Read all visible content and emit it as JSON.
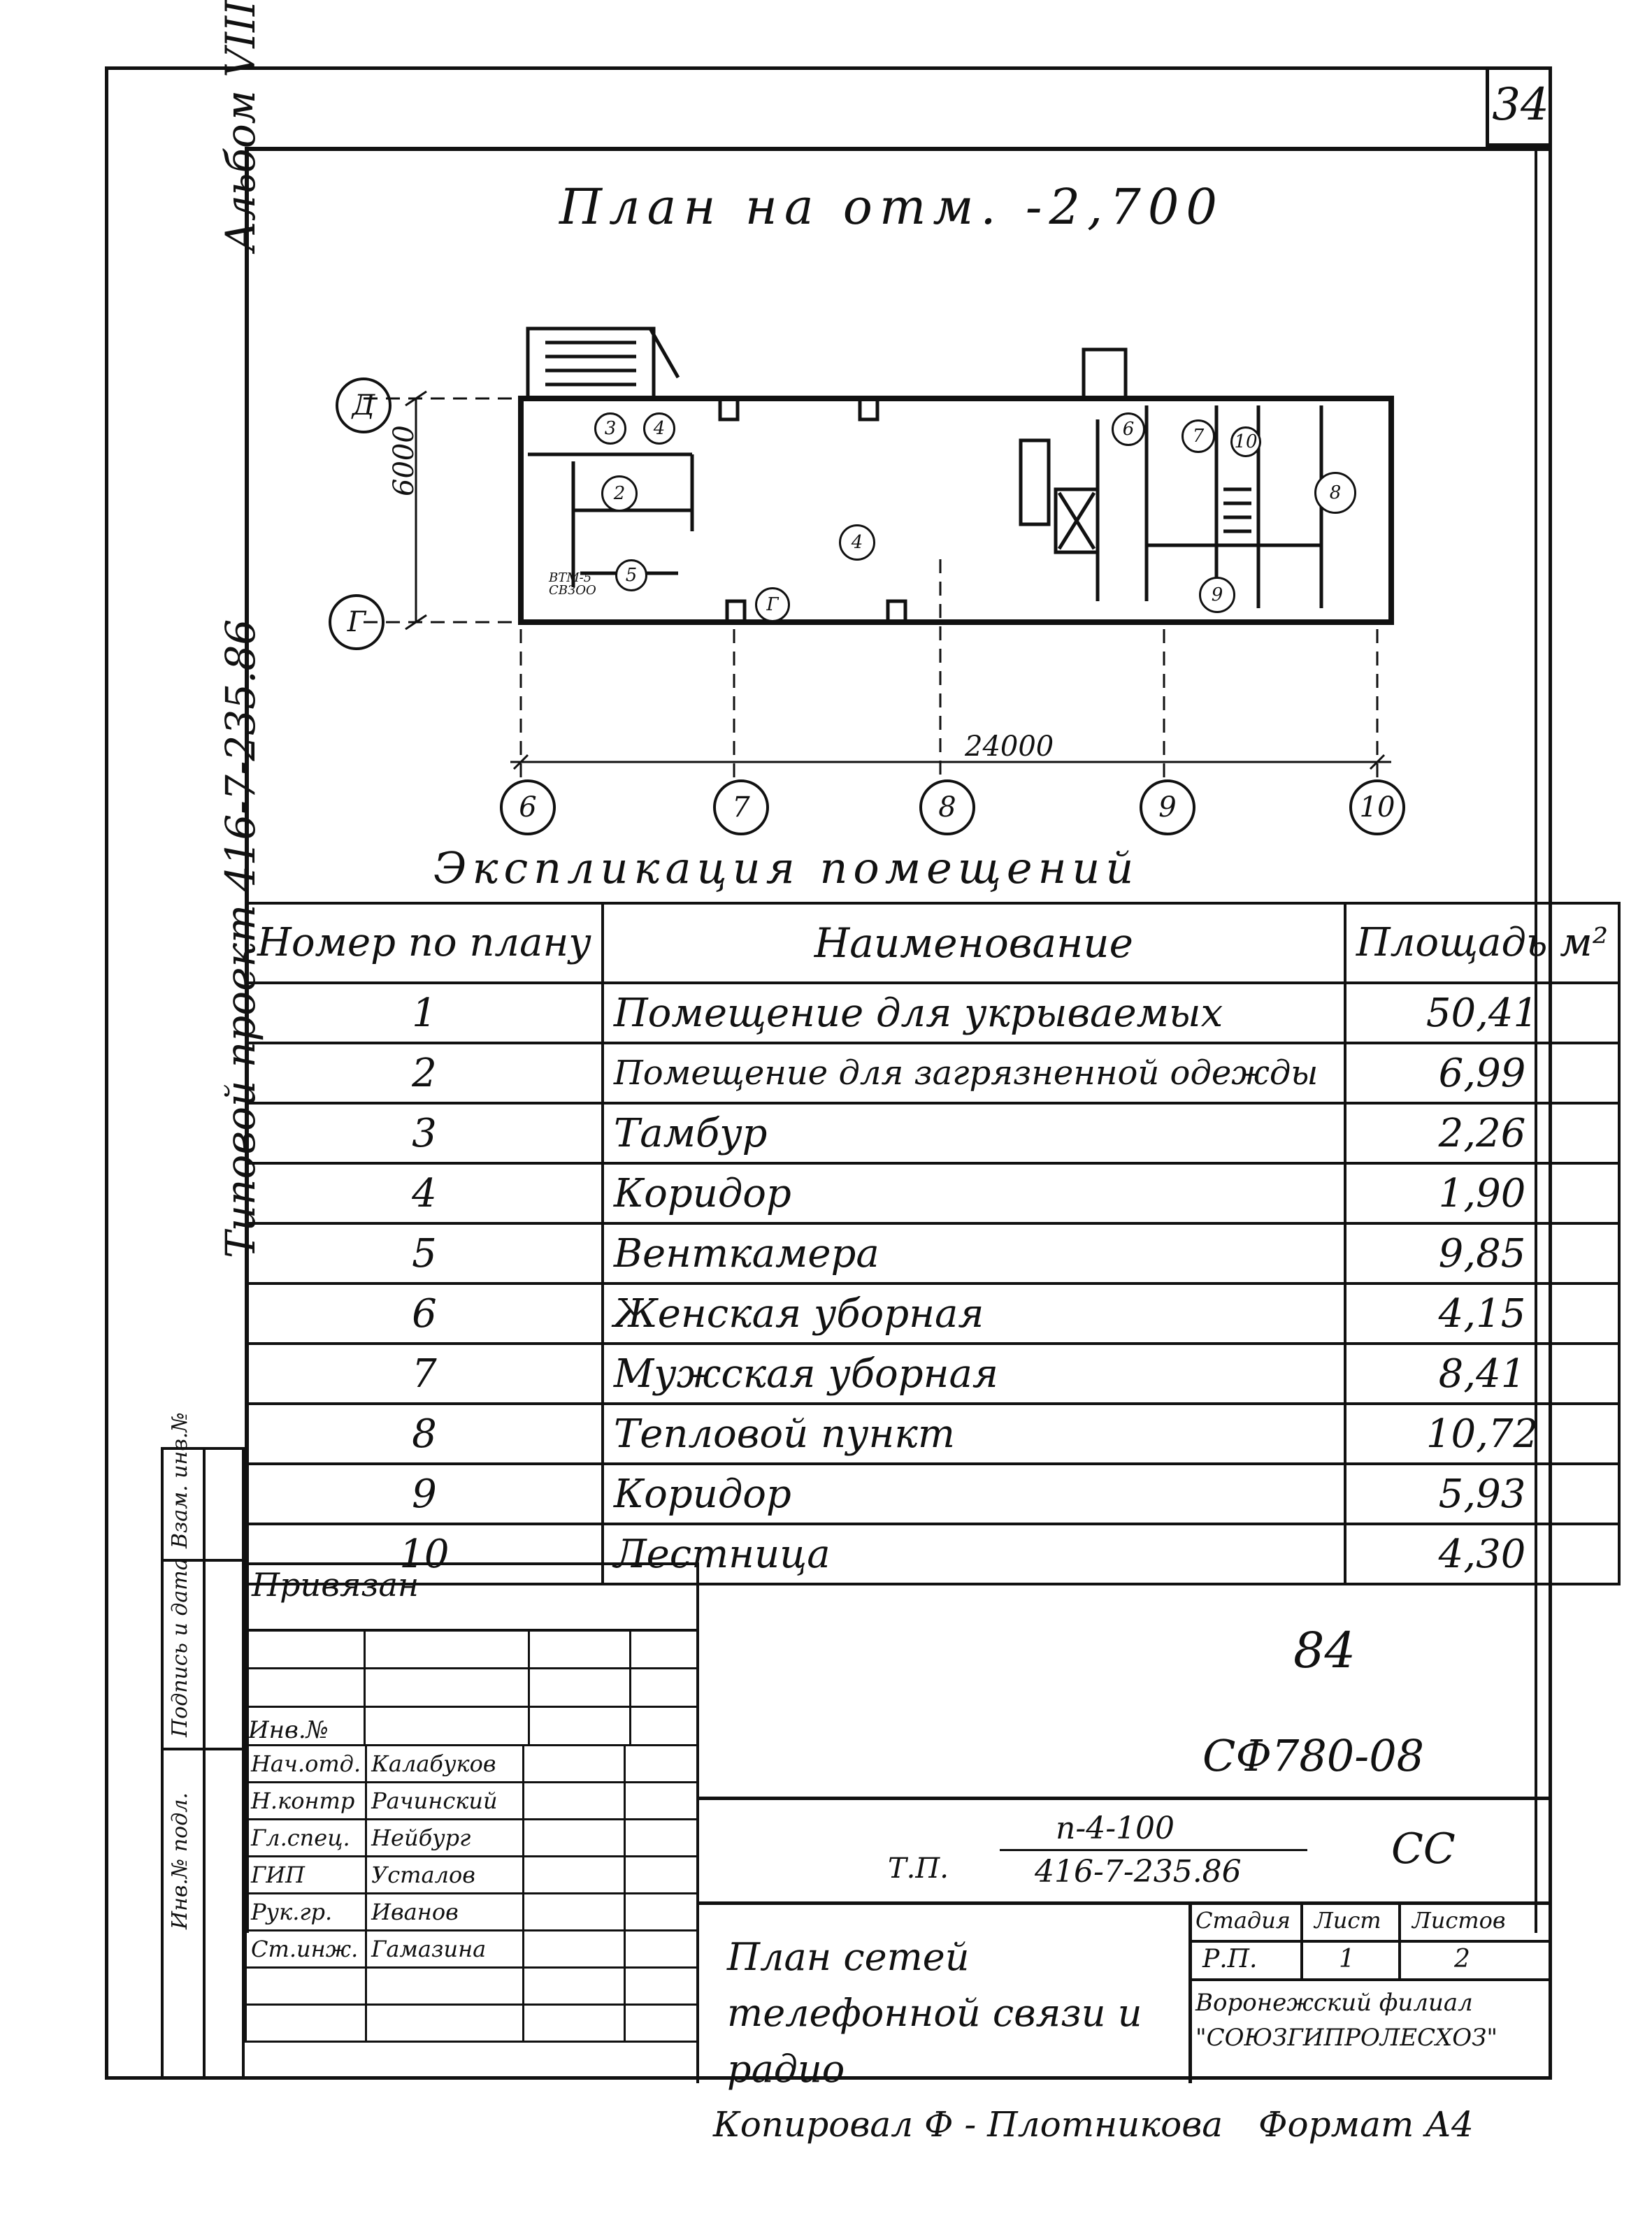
{
  "sheet_number": "34",
  "sidebar": {
    "album": "Альбом VIII",
    "project": "Типовой проект 416-7-235.86",
    "stamp_cols": [
      "Инв.№ подл.",
      "Подпись и дата",
      "Взам. инв.№"
    ]
  },
  "plan": {
    "title": "План на отм. -2,700",
    "axes_rows": [
      "Д",
      "Г"
    ],
    "axes_cols": [
      "6",
      "7",
      "8",
      "9",
      "10"
    ],
    "dim_vertical": "6000",
    "dim_horizontal": "24000",
    "room_markers": [
      "3",
      "4",
      "2",
      "4",
      "5",
      "Г",
      "6",
      "7",
      "10",
      "8",
      "9"
    ],
    "fan_label": "ВТМ-5 СВЗОО"
  },
  "explication": {
    "title": "Экспликация помещений",
    "headers": {
      "num": "Номер по плану",
      "name": "Наименование",
      "area": "Площадь м²"
    },
    "rows": [
      {
        "num": "1",
        "name": "Помещение для укрываемых",
        "area": "50,41"
      },
      {
        "num": "2",
        "name": "Помещение для загрязненной одежды",
        "area": "6,99"
      },
      {
        "num": "3",
        "name": "Тамбур",
        "area": "2,26"
      },
      {
        "num": "4",
        "name": "Коридор",
        "area": "1,90"
      },
      {
        "num": "5",
        "name": "Венткамера",
        "area": "9,85"
      },
      {
        "num": "6",
        "name": "Женская уборная",
        "area": "4,15"
      },
      {
        "num": "7",
        "name": "Мужская уборная",
        "area": "8,41"
      },
      {
        "num": "8",
        "name": "Тепловой пункт",
        "area": "10,72"
      },
      {
        "num": "9",
        "name": "Коридор",
        "area": "5,93"
      },
      {
        "num": "10",
        "name": "Лестница",
        "area": "4,30"
      }
    ]
  },
  "stamp": {
    "privyazan": "Привязан",
    "inv_no": "Инв.№",
    "page_mark": "84",
    "doc_code": "СФ780-08",
    "tp_label": "Т.П.",
    "tp_top": "п-4-100",
    "tp_bottom": "416-7-235.86",
    "mark": "СС",
    "signatures": [
      {
        "role": "Нач.отд.",
        "name": "Калабуков"
      },
      {
        "role": "Н.контр",
        "name": "Рачинский"
      },
      {
        "role": "Гл.спец.",
        "name": "Нейбург"
      },
      {
        "role": "ГИП",
        "name": "Усталов"
      },
      {
        "role": "Рук.гр.",
        "name": "Иванов"
      },
      {
        "role": "Ст.инж.",
        "name": "Гамазина"
      }
    ],
    "drawing_title": "План сетей телефонной связи и радио",
    "stage_head": "Стадия",
    "sheet_head": "Лист",
    "sheets_head": "Листов",
    "stage": "Р.П.",
    "sheet": "1",
    "sheets": "2",
    "org": "Воронежский филиал \"СОЮЗГИПРОЛЕСХОЗ\""
  },
  "footer": {
    "copied": "Копировал Ф - Плотникова",
    "format": "Формат А4"
  }
}
